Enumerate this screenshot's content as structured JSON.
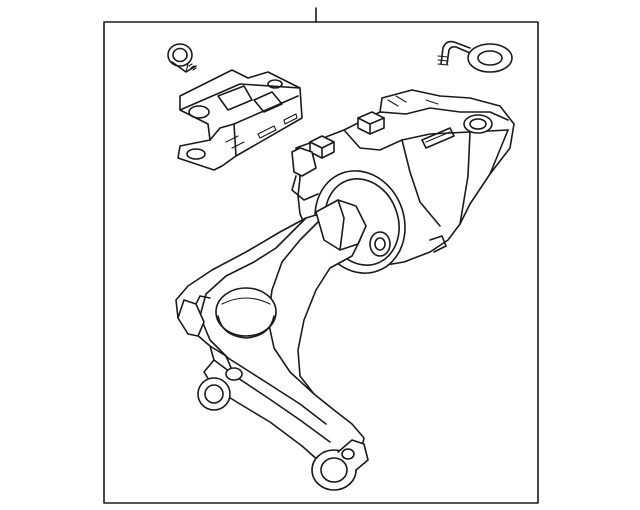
{
  "diagram": {
    "frame_stroke": "#1a1a1a",
    "background": "#ffffff",
    "parts": [
      "leader-line",
      "clip-fastener",
      "heat-shield-bracket",
      "wire-connector-ring",
      "control-arm-assembly",
      "subframe-mount",
      "ball-joint-boss"
    ]
  }
}
